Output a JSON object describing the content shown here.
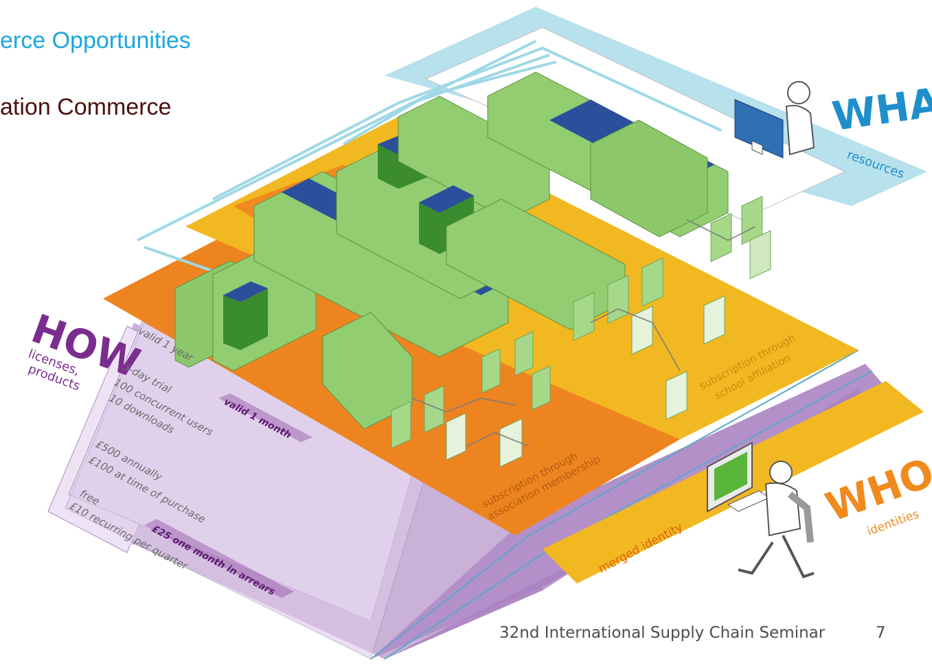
{
  "slide": {
    "title": "erce Opportunities",
    "subtitle": "ation Commerce",
    "footer": "32nd International Supply Chain Seminar",
    "page_number": "7"
  },
  "diagram": {
    "what": {
      "heading": "WHAT",
      "sub": "resources",
      "color": "#1f8fcc"
    },
    "how": {
      "heading": "HOW",
      "sub_line1": "licenses,",
      "sub_line2": "products",
      "color": "#7b2d8f"
    },
    "who": {
      "heading": "WHO",
      "sub": "identities",
      "color": "#f08a1c"
    },
    "how_items": [
      "valid 1 year",
      "3-day trial",
      "100 concurrent users",
      "10 downloads",
      "£500 annually",
      "£100 at time of purchase",
      "free",
      "£10 recurring per quarter"
    ],
    "highlight_month": "valid 1 month",
    "highlight_arrears": "£25 one month in arrears",
    "school_label_line1": "subscription through",
    "school_label_line2": "school affiliation",
    "association_label_line1": "subscription through",
    "association_label_line2": "association membership",
    "merged_label": "merged identity",
    "colors": {
      "orange": "#ee8420",
      "yellow": "#f2b821",
      "purple": "#b996c9",
      "lilac": "#e6d6ee",
      "cyan": "#9fd8e6",
      "green": "#8cc86a",
      "blue": "#2c4f9c"
    }
  }
}
